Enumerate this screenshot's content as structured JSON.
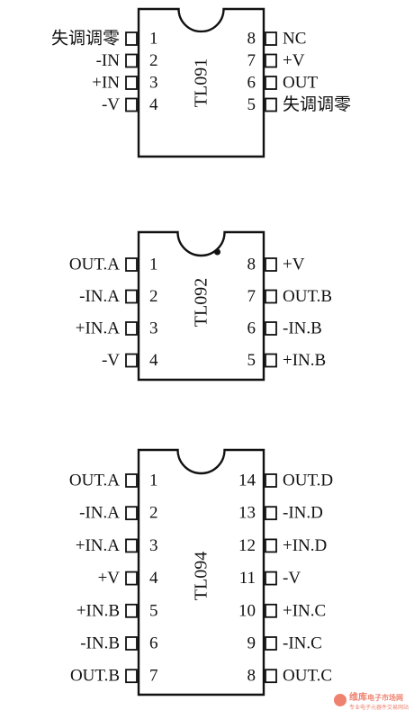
{
  "colors": {
    "ink": "#111111",
    "paper": "#ffffff",
    "watermark": "#e9573f"
  },
  "chips": [
    {
      "name": "TL091",
      "left_pins": [
        {
          "number": "1",
          "label": "失调调零"
        },
        {
          "number": "2",
          "label": "-IN"
        },
        {
          "number": "3",
          "label": "+IN"
        },
        {
          "number": "4",
          "label": "-V"
        }
      ],
      "right_pins": [
        {
          "number": "8",
          "label": "NC"
        },
        {
          "number": "7",
          "label": "+V"
        },
        {
          "number": "6",
          "label": "OUT"
        },
        {
          "number": "5",
          "label": "失调调零"
        }
      ]
    },
    {
      "name": "TL092",
      "left_pins": [
        {
          "number": "1",
          "label": "OUT.A"
        },
        {
          "number": "2",
          "label": "-IN.A"
        },
        {
          "number": "3",
          "label": "+IN.A"
        },
        {
          "number": "4",
          "label": "-V"
        }
      ],
      "right_pins": [
        {
          "number": "8",
          "label": "+V"
        },
        {
          "number": "7",
          "label": "OUT.B"
        },
        {
          "number": "6",
          "label": "-IN.B"
        },
        {
          "number": "5",
          "label": "+IN.B"
        }
      ]
    },
    {
      "name": "TL094",
      "left_pins": [
        {
          "number": "1",
          "label": "OUT.A"
        },
        {
          "number": "2",
          "label": "-IN.A"
        },
        {
          "number": "3",
          "label": "+IN.A"
        },
        {
          "number": "4",
          "label": "+V"
        },
        {
          "number": "5",
          "label": "+IN.B"
        },
        {
          "number": "6",
          "label": "-IN.B"
        },
        {
          "number": "7",
          "label": "OUT.B"
        }
      ],
      "right_pins": [
        {
          "number": "14",
          "label": "OUT.D"
        },
        {
          "number": "13",
          "label": "-IN.D"
        },
        {
          "number": "12",
          "label": "+IN.D"
        },
        {
          "number": "11",
          "label": "-V"
        },
        {
          "number": "10",
          "label": "+IN.C"
        },
        {
          "number": "9",
          "label": "-IN.C"
        },
        {
          "number": "8",
          "label": "OUT.C"
        }
      ]
    }
  ],
  "watermark": {
    "brand": "维库",
    "site": "电子市场网",
    "slogan": "专业电子元器件交易网站"
  }
}
